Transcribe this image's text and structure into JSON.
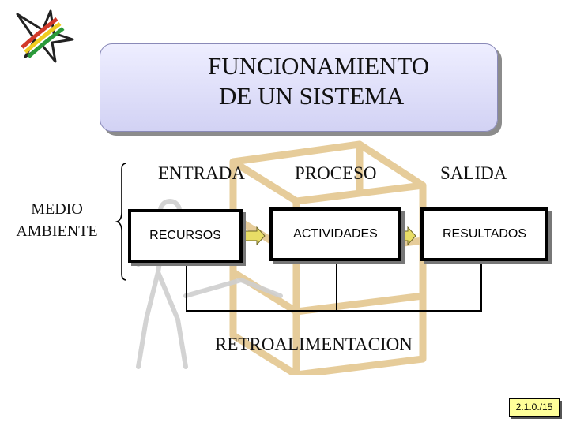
{
  "title": {
    "line1": "FUNCIONAMIENTO",
    "line2": "DE UN SISTEMA"
  },
  "environment_label": {
    "line1": "MEDIO",
    "line2": "AMBIENTE"
  },
  "columns": [
    {
      "heading": "ENTRADA",
      "box_label": "RECURSOS"
    },
    {
      "heading": "PROCESO",
      "box_label": "ACTIVIDADES"
    },
    {
      "heading": "SALIDA",
      "box_label": "RESULTADOS"
    }
  ],
  "feedback_label": "RETROALIMENTACION",
  "slide_number": "2.1.0./15",
  "colors": {
    "title_box_fill": "#d6d6f5",
    "arrow_fill": "#e8dd66",
    "slide_number_fill": "#ffff99",
    "art_tint": "#e8c98a"
  },
  "icons": {
    "logo": "star-logo-icon"
  }
}
